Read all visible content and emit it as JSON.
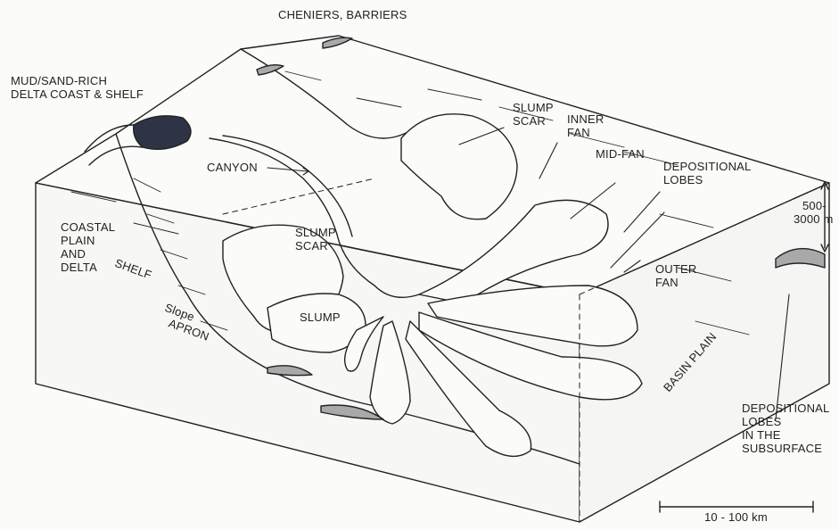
{
  "labels": {
    "cheniers": "CHENIERS, BARRIERS",
    "mud_sand_rich": [
      "MUD/SAND-RICH",
      "DELTA COAST & SHELF"
    ],
    "canyon": "CANYON",
    "slump_scar_upper": [
      "SLUMP",
      "SCAR"
    ],
    "inner_fan": [
      "INNER",
      "FAN"
    ],
    "mid_fan": "MID-FAN",
    "depositional_lobes": [
      "DEPOSITIONAL",
      "LOBES"
    ],
    "depth": [
      "500-",
      "3000 m"
    ],
    "coastal_plain": [
      "COASTAL",
      "PLAIN",
      "AND",
      "DELTA"
    ],
    "shelf": "SHELF",
    "slump_scar_lower": [
      "SLUMP",
      "SCAR"
    ],
    "slump": "SLUMP",
    "outer_fan": [
      "OUTER",
      "FAN"
    ],
    "slope_apron": [
      "Slope",
      "APRON"
    ],
    "basin_plain": "BASIN PLAIN",
    "depositional_lobes_sub": [
      "DEPOSITIONAL",
      "LOBES",
      "IN THE",
      "SUBSURFACE"
    ],
    "scale": "10 - 100 km"
  },
  "colors": {
    "ink": "#222222",
    "delta_fill": "#2e3446",
    "lens_fill": "#a9a9a9"
  }
}
